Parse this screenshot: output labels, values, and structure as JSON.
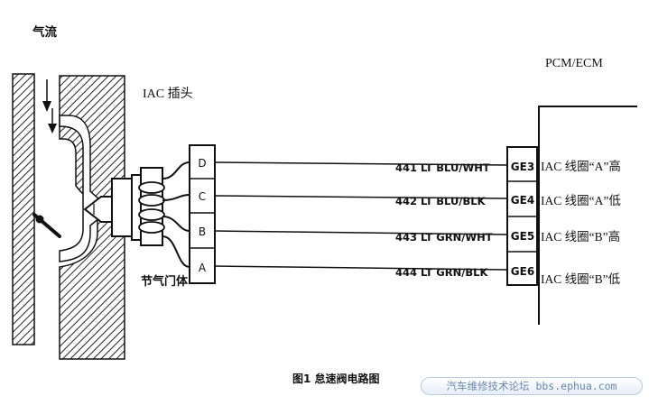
{
  "labels": {
    "airflow": "气流",
    "iac_plug": "IAC 插头",
    "throttle_body": "节气门体",
    "pcm": "PCM/ECM",
    "caption": "图1 怠速阀电路图",
    "watermark": "汽车维修技术论坛 bbs.ephua.com"
  },
  "pins": [
    "D",
    "C",
    "B",
    "A"
  ],
  "wires": [
    {
      "pin": "D",
      "code": "441 LT BLU/WHT",
      "terminal": "GE3",
      "function": "IAC 线圈“A”高"
    },
    {
      "pin": "C",
      "code": "442 LT BLU/BLK",
      "terminal": "GE4",
      "function": "IAC 线圈“A”低"
    },
    {
      "pin": "B",
      "code": "443 LT GRN/WHT",
      "terminal": "GE5",
      "function": "IAC 线圈“B”高"
    },
    {
      "pin": "A",
      "code": "444 LT GRN/BLK",
      "terminal": "GE6",
      "function": "IAC 线圈“B”低"
    }
  ],
  "colors": {
    "line": "#111111",
    "hatch": "#222222",
    "background": "#ffffff",
    "watermark": "#6a86b0"
  }
}
